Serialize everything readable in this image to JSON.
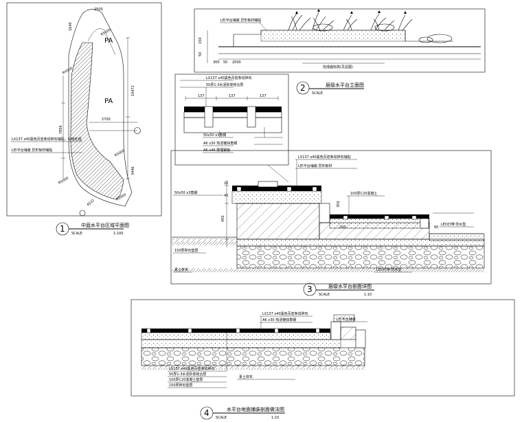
{
  "panels": {
    "p1": {
      "number": "1",
      "title": "中庭水平台区域平面图",
      "scale_label": "SCALE",
      "scale_value": "1:100",
      "tag": "PA",
      "dims": [
        "2500",
        "2700",
        "10472",
        "7856",
        "3446",
        "4522",
        "1640"
      ],
      "radii": [
        "R5500",
        "R4500",
        "R5000",
        "R5000",
        "R5000"
      ],
      "notes": [
        "LX137 x40黑色页岩条纹碎石铺贴，勾缝处理",
        "L形平台铺装 异形板材铺贴"
      ]
    },
    "p2": {
      "number": "2",
      "title": "层级水平台立面图",
      "scale_label": "SCALE",
      "note_top": "L形平台铺装 异形板材铺贴",
      "dims": [
        "150",
        "50",
        "2000",
        "300",
        "50"
      ],
      "note_bottom": "完成面标高(见总图)"
    },
    "detail": {
      "notes_left": [
        "LX137 x40黑色页岩条纹碎石",
        "50厚1:3水泥砂浆结合层"
      ],
      "notes_bottom": [
        "50x50 x3角钢",
        "AK x30 热浸镀锌角钢",
        "AK x40 预埋钢板"
      ],
      "dims": [
        "137",
        "137",
        "137"
      ]
    },
    "p3": {
      "number": "3",
      "title": "层级水平台剖面详图",
      "scale_label": "SCALE",
      "scale_value": "1:10",
      "notes": [
        "LX137 x40黑色页岩条纹碎石铺贴",
        "L形平台铺装 异形板材",
        "100厚C20混凝土",
        "LED灯带 防水型",
        "素土夯实",
        "150厚碎石垫层",
        "50x50 x3角钢"
      ],
      "dims": [
        "20",
        "40",
        "450",
        "350",
        "200",
        "60"
      ]
    },
    "p4": {
      "number": "4",
      "title": "水平台地面铺装剖面做法图",
      "scale_label": "SCALE",
      "scale_value": "1:10",
      "notes": [
        "LX137 x40黑色页岩条纹碎石",
        "50厚1:3水泥砂浆结合层",
        "100厚C20混凝土垫层",
        "150厚碎石垫层",
        "素土夯实",
        "L形平台铺装",
        "AK x30 热浸镀锌角钢"
      ]
    }
  }
}
